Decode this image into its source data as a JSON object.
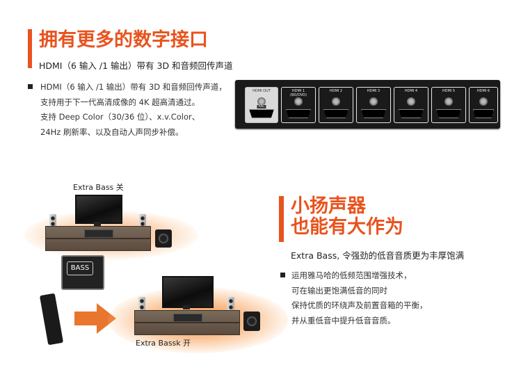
{
  "top": {
    "title": "拥有更多的数字接口",
    "subtitle": "HDMI（6 输入 /1 输出）带有 3D 和音频回传声道",
    "bullet_lines": [
      "HDMI（6 输入 /1 输出）带有 3D 和音频回传声道，",
      "支持用于下一代高清成像的 4K 超高清通过。",
      "支持 Deep Color（30/36 位）、x.v.Color、",
      "24Hz 刷新率、以及自动人声同步补偿。"
    ]
  },
  "hdmi_panel": {
    "out_label": "HDMI OUT",
    "arc_label": "ARC",
    "inputs": [
      {
        "label": "HDMI 1",
        "sub": "(BD/DVD)"
      },
      {
        "label": "HDMI 2",
        "sub": ""
      },
      {
        "label": "HDMI 3",
        "sub": ""
      },
      {
        "label": "HDMI 4",
        "sub": ""
      },
      {
        "label": "HDMI 5",
        "sub": ""
      },
      {
        "label": "HDMI 6",
        "sub": ""
      }
    ]
  },
  "bass": {
    "title_line1": "小扬声器",
    "title_line2": "也能有大作为",
    "subtitle": "Extra Bass, 令强劲的低音音质更为丰厚饱满",
    "bullet_lines": [
      "运用雅马哈的低频范围增强技术，",
      "可在输出更饱满低音的同时",
      "保持优质的环绕声及前置音箱的平衡，",
      "并从重低音中提升低音音质。"
    ]
  },
  "scene": {
    "off_label": "Extra Bass 关",
    "on_label": "Extra Bassk 开",
    "bass_button": "BASS"
  },
  "colors": {
    "accent": "#e8531e",
    "panel": "#1a1a1a"
  }
}
